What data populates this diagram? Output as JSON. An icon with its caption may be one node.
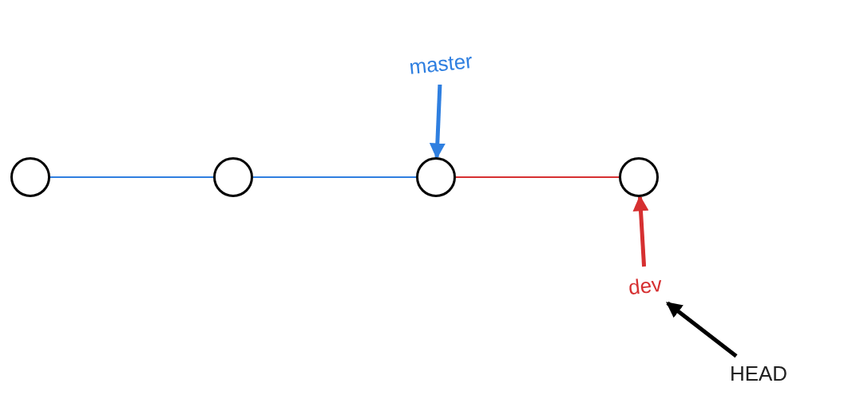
{
  "diagram": {
    "nodes": [
      {
        "text": [],
        "shape": "circle"
      },
      {
        "text": [],
        "shape": "circle"
      },
      {
        "text": [],
        "shape": "circle"
      },
      {
        "text": [],
        "shape": "circle"
      },
      {
        "text": [
          "master"
        ]
      },
      {
        "text": [
          "dev"
        ]
      },
      {
        "text": [
          "HEAD"
        ]
      }
    ],
    "edges": [
      {
        "from": 0,
        "to": 1,
        "arrow": "none",
        "color": "#2f7fe0"
      },
      {
        "from": 1,
        "to": 2,
        "arrow": "none",
        "color": "#2f7fe0"
      },
      {
        "from": 2,
        "to": 3,
        "arrow": "none",
        "color": "#d63031"
      },
      {
        "from": 4,
        "to": 2,
        "arrow": "to",
        "style": "thick",
        "color": "#2f7fe0"
      },
      {
        "from": 5,
        "to": 3,
        "arrow": "to",
        "style": "thick",
        "color": "#d63031"
      },
      {
        "from": 6,
        "to": 5,
        "arrow": "to",
        "style": "thick",
        "color": "#000000"
      }
    ]
  }
}
